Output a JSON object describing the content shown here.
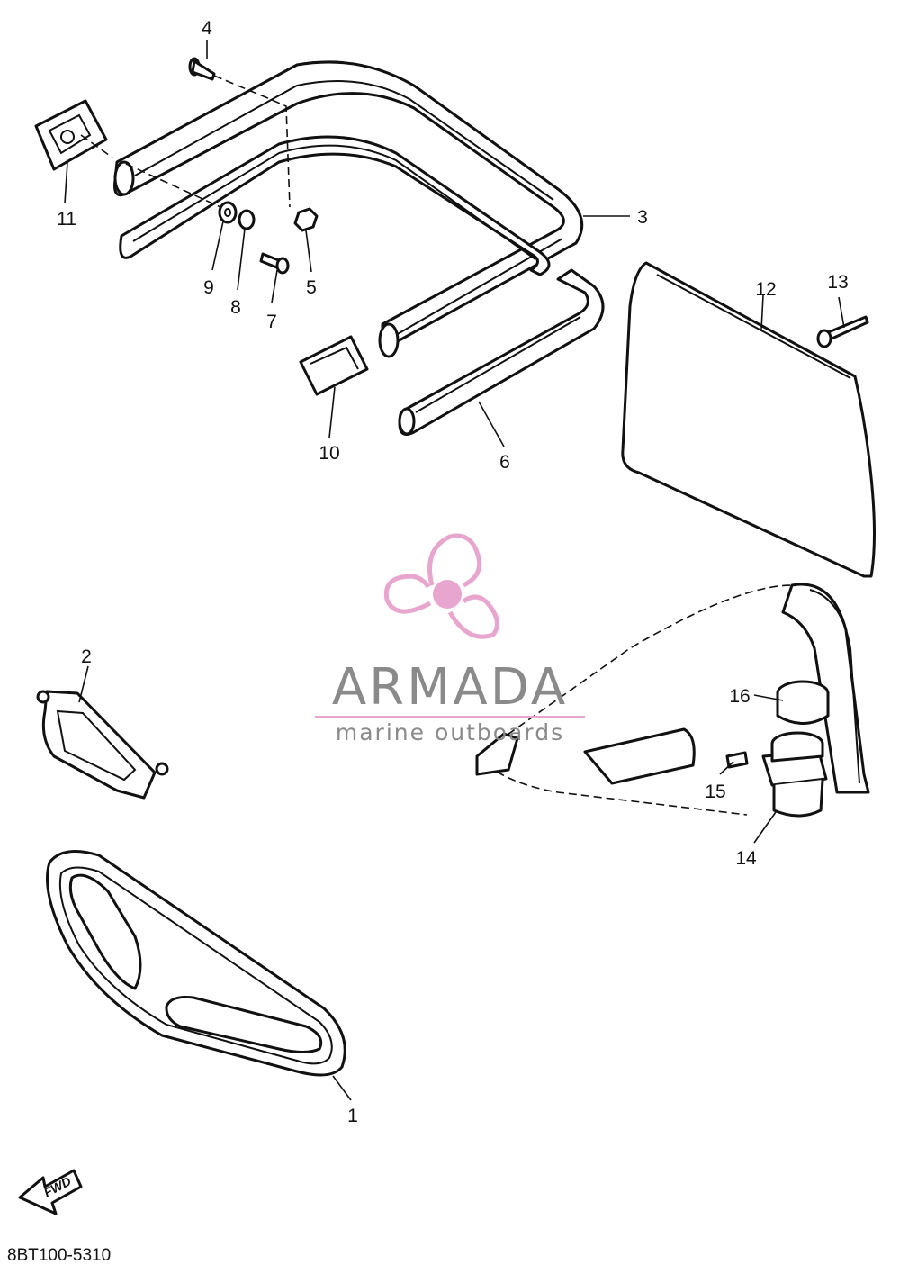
{
  "callouts": {
    "c1": "1",
    "c2": "2",
    "c3": "3",
    "c4": "4",
    "c5": "5",
    "c6": "6",
    "c7": "7",
    "c8": "8",
    "c9": "9",
    "c10": "10",
    "c11": "11",
    "c12": "12",
    "c13": "13",
    "c14": "14",
    "c15": "15",
    "c16": "16"
  },
  "watermark": {
    "brand": "ARMADA",
    "tagline": "marine outboards",
    "logo_icon": "propeller-icon",
    "logo_color": "#e8a6cf",
    "text_color": "#8a8a8a"
  },
  "direction_arrow": {
    "label": "FWD",
    "icon": "fwd-arrow-icon"
  },
  "diagram_code": "8BT100-5310"
}
